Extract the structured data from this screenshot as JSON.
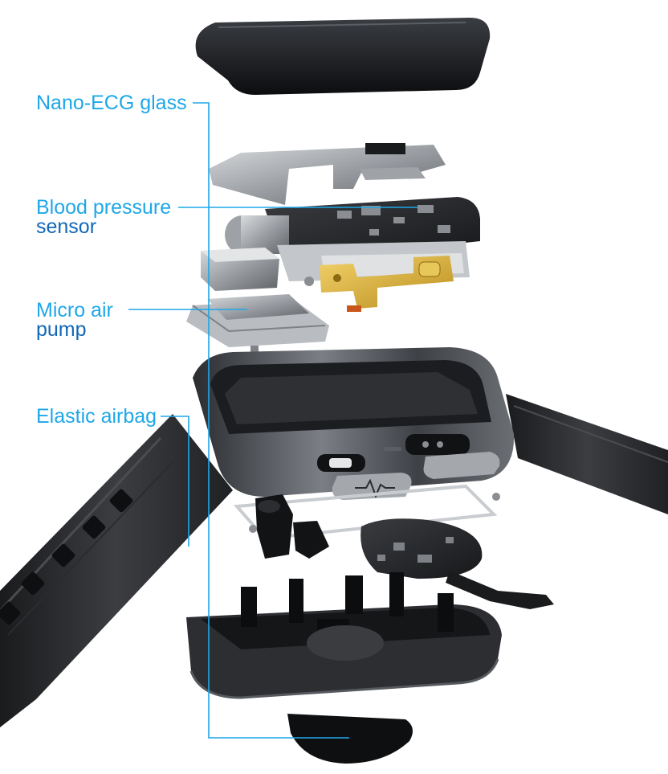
{
  "colors": {
    "callout_line": "#1ea7e8",
    "label_primary": "#1ea7e8",
    "label_secondary": "#1267b8"
  },
  "labels": {
    "ecg_glass": "Nano-ECG glass",
    "bp_sensor_line1": "Blood pressure",
    "bp_sensor_line2": "sensor",
    "air_pump_line1": "Micro air",
    "air_pump_line2": "pump",
    "airbag": "Elastic airbag"
  },
  "icons": {
    "ecg_button": "heartbeat-wave-icon"
  }
}
